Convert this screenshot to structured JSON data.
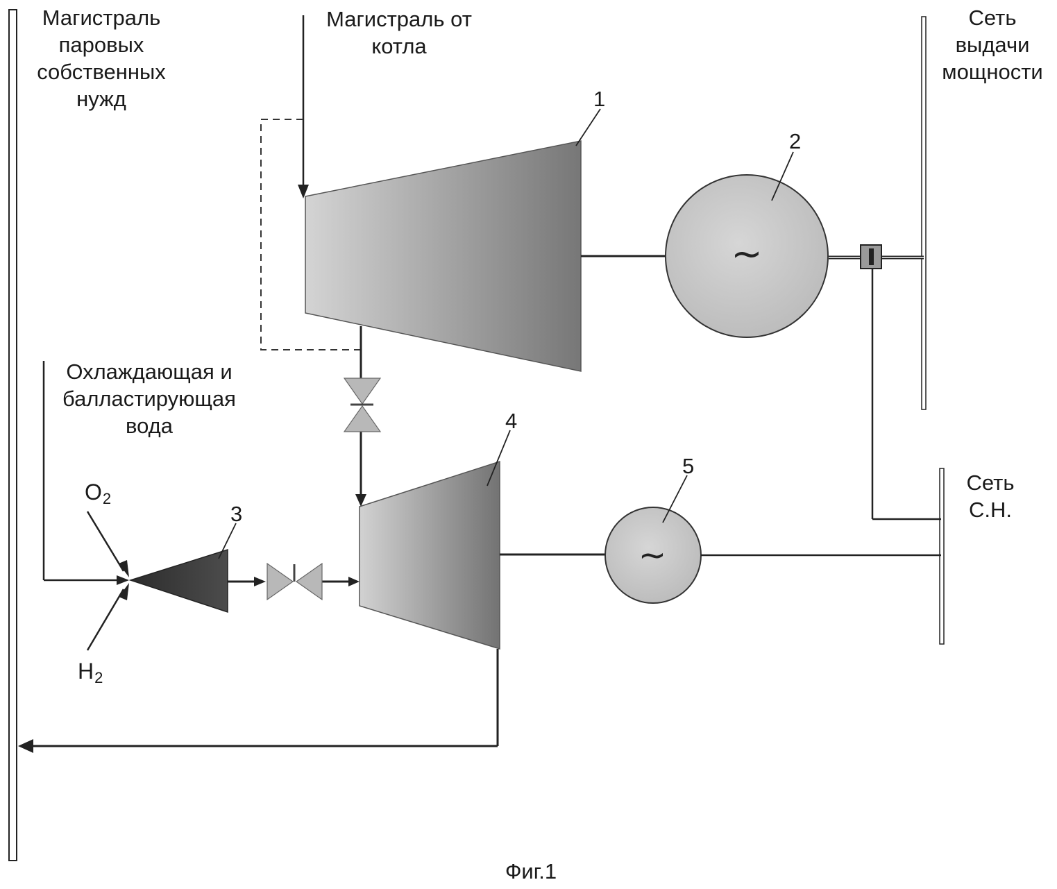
{
  "labels": {
    "steam_main": [
      "Магистраль",
      "паровых",
      "собственных",
      "нужд"
    ],
    "boiler_main": [
      "Магистраль от",
      "котла"
    ],
    "power_grid": [
      "Сеть",
      "выдачи",
      "мощности"
    ],
    "cooling_water": [
      "Охлаждающая и",
      "балластирующая",
      "вода"
    ],
    "aux_grid": [
      "Сеть",
      "С.Н."
    ],
    "oxygen": {
      "base": "O",
      "sub": "2"
    },
    "hydrogen": {
      "base": "H",
      "sub": "2"
    },
    "figure_caption": "Фиг.1"
  },
  "callouts": {
    "turbine_main": "1",
    "generator_main": "2",
    "combustor": "3",
    "turbine_aux": "4",
    "generator_aux": "5"
  },
  "symbols": {
    "generator_glyph": "~"
  },
  "colors": {
    "line": "#222222",
    "turbine_light": "#cfcfcf",
    "turbine_dark": "#6a6a6a",
    "generator_fill": "#c9c9c9",
    "combustor_fill": "#3a3a3a",
    "valve_fill": "#b5b5b5"
  }
}
